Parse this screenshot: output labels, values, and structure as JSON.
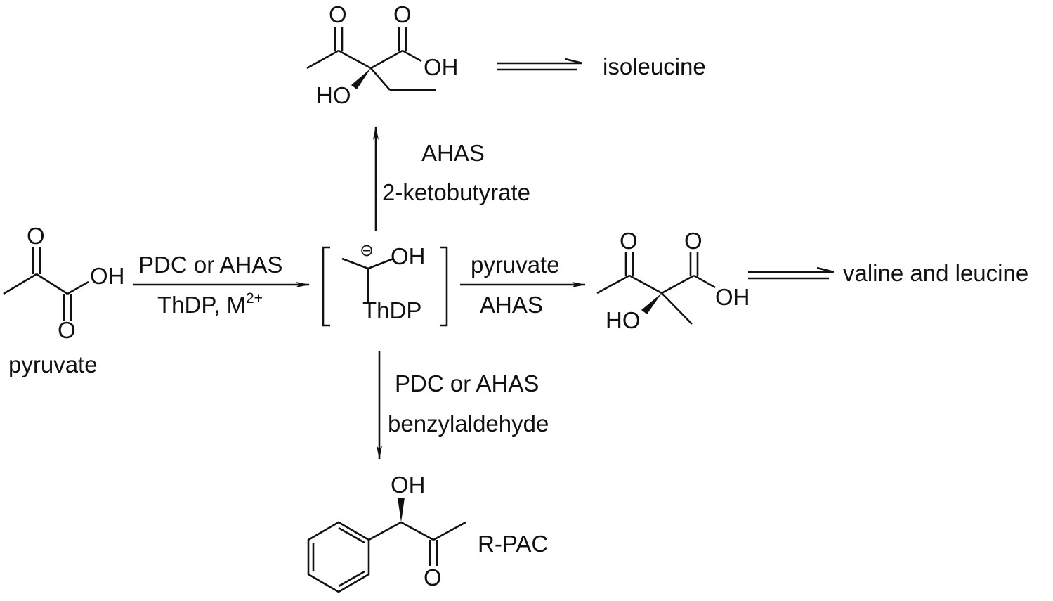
{
  "atoms": {
    "O": "O",
    "OH": "OH",
    "HO": "HO",
    "ThDP": "ThDP",
    "charge": "⊖",
    "M": "M",
    "M_charge": "2+"
  },
  "compounds": {
    "pyruvate": "pyruvate",
    "isoleucine": "isoleucine",
    "valine_leucine": "valine and leucine",
    "rpac": "R-PAC"
  },
  "conditions": {
    "step1_top": "PDC or AHAS",
    "step1_bottom_prefix": "ThDP, ",
    "up_enzyme": "AHAS",
    "up_substrate": "2-ketobutyrate",
    "right_top": "pyruvate",
    "right_bottom": "AHAS",
    "down_enzyme": "PDC or AHAS",
    "down_substrate": "benzylaldehyde"
  }
}
